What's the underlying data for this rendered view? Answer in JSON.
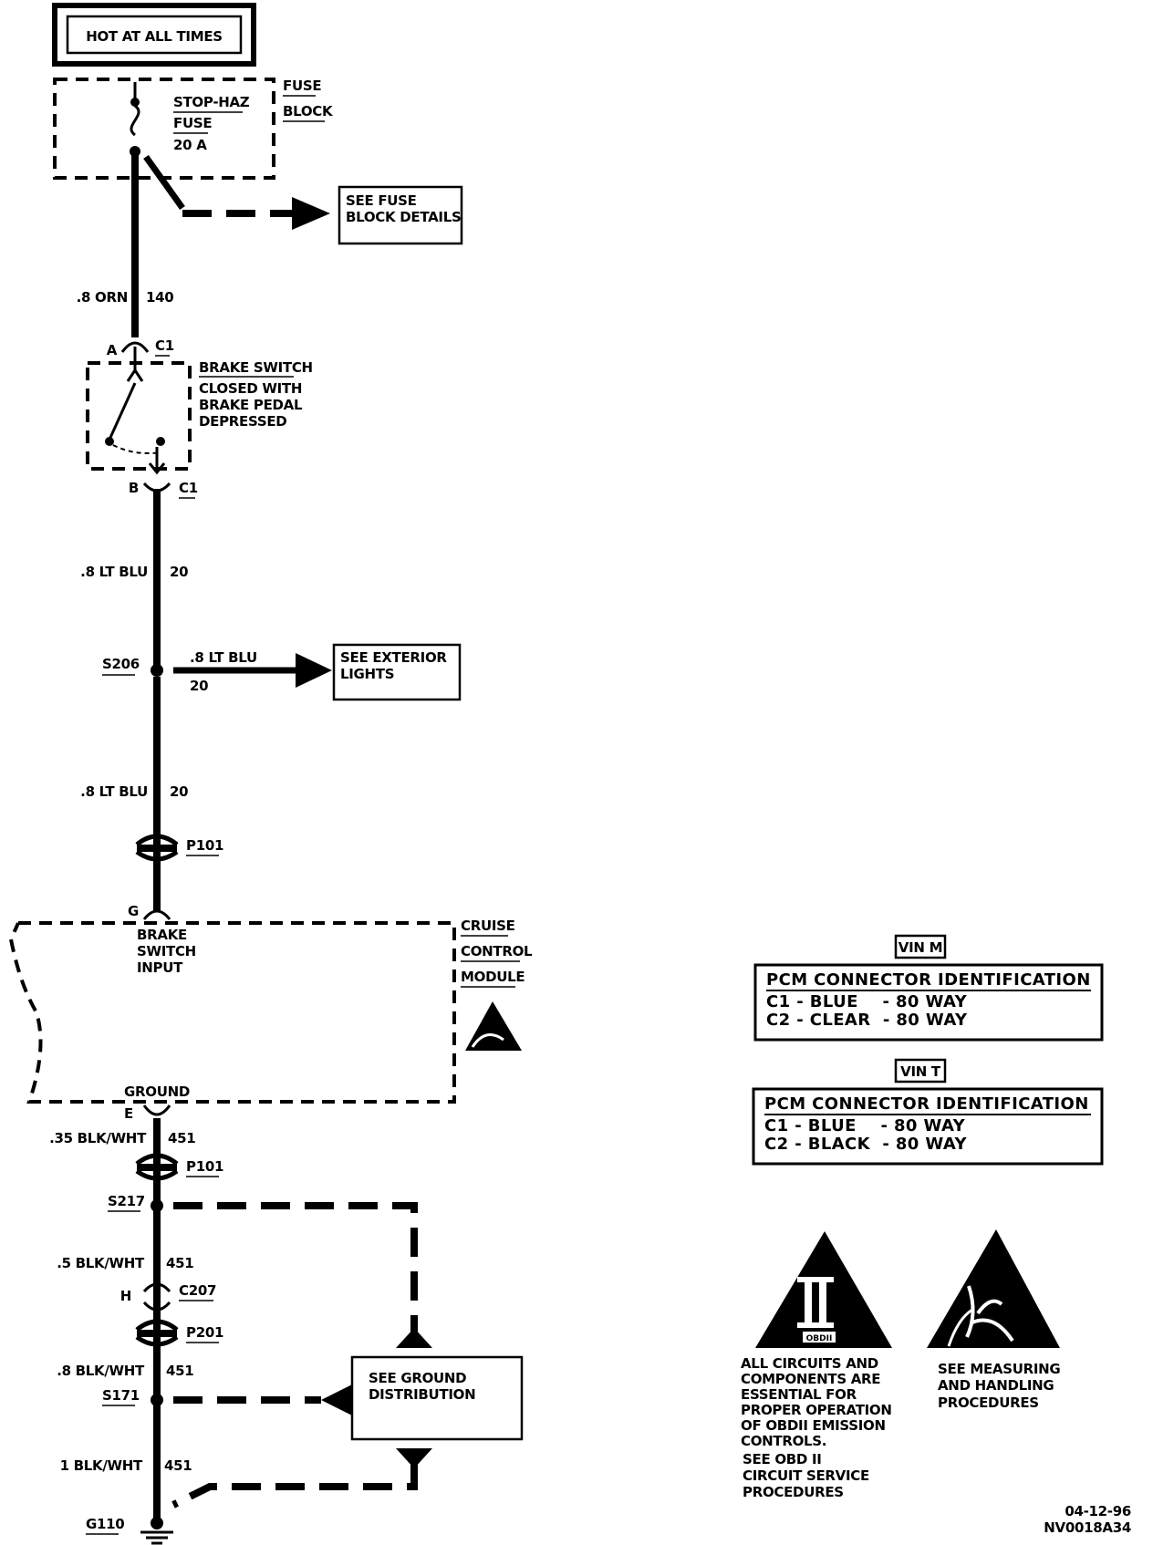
{
  "header": {
    "power_label": "HOT AT ALL TIMES"
  },
  "fuse_block": {
    "title_line1": "FUSE",
    "title_line2": "BLOCK",
    "fuse_name_line1": "STOP-HAZ",
    "fuse_name_line2": "FUSE",
    "fuse_rating": "20 A",
    "details_ref_line1": "SEE FUSE",
    "details_ref_line2": "BLOCK DETAILS"
  },
  "wires": {
    "w1": {
      "gauge_color": ".8 ORN",
      "circuit": "140"
    },
    "w2": {
      "gauge_color": ".8 LT BLU",
      "circuit": "20"
    },
    "w3": {
      "gauge_color": ".8 LT BLU",
      "circuit": "20"
    },
    "branch": {
      "gauge_color": ".8 LT BLU",
      "circuit": "20"
    },
    "w4": {
      "gauge_color": ".35 BLK/WHT",
      "circuit": "451"
    },
    "w5": {
      "gauge_color": ".5 BLK/WHT",
      "circuit": "451"
    },
    "w6": {
      "gauge_color": ".8 BLK/WHT",
      "circuit": "451"
    },
    "w7": {
      "gauge_color": "1 BLK/WHT",
      "circuit": "451"
    }
  },
  "brake_switch": {
    "pin_top": "A",
    "pin_bottom": "B",
    "connector_top": "C1",
    "connector_bottom": "C1",
    "desc_line1": "BRAKE SWITCH",
    "desc_line2": "CLOSED WITH",
    "desc_line3": "BRAKE PEDAL",
    "desc_line4": "DEPRESSED"
  },
  "splices": {
    "s206": "S206",
    "s217": "S217",
    "s171": "S171"
  },
  "exterior_ref": {
    "line1": "SEE EXTERIOR",
    "line2": "LIGHTS"
  },
  "connectors": {
    "p101_top": "P101",
    "p101_bottom": "P101",
    "c207": "C207",
    "c207_pin": "H",
    "p201": "P201"
  },
  "cruise_module": {
    "title_line1": "CRUISE",
    "title_line2": "CONTROL",
    "title_line3": "MODULE",
    "input_pin": "G",
    "input_line1": "BRAKE",
    "input_line2": "SWITCH",
    "input_line3": "INPUT",
    "ground_label": "GROUND",
    "ground_pin": "E"
  },
  "ground_ref": {
    "line1": "SEE GROUND",
    "line2": "DISTRIBUTION"
  },
  "ground": {
    "label": "G110"
  },
  "pcm_vin_m": {
    "vin_label": "VIN M",
    "title": "PCM CONNECTOR IDENTIFICATION",
    "row1": "C1 - BLUE    - 80 WAY",
    "row2": "C2 - CLEAR  - 80 WAY"
  },
  "pcm_vin_t": {
    "vin_label": "VIN T",
    "title": "PCM CONNECTOR IDENTIFICATION",
    "row1": "C1 - BLUE    - 80 WAY",
    "row2": "C2 - BLACK  - 80 WAY"
  },
  "obd_notice": {
    "icon_text": "OBDII",
    "line1": "ALL CIRCUITS AND",
    "line2": "COMPONENTS ARE",
    "line3": "ESSENTIAL FOR",
    "line4": "PROPER OPERATION",
    "line5": "OF OBDII EMISSION",
    "line6": "CONTROLS.",
    "ref_line1": "SEE OBD II",
    "ref_line2": "CIRCUIT SERVICE",
    "ref_line3": "PROCEDURES"
  },
  "esd_notice": {
    "line1": "SEE MEASURING",
    "line2": "AND HANDLING",
    "line3": "PROCEDURES"
  },
  "footer": {
    "date": "04-12-96",
    "drawing_id": "NV0018A34"
  }
}
